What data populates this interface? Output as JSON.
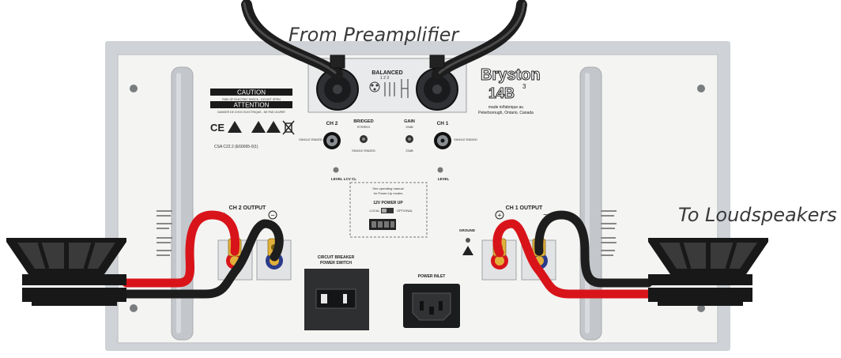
{
  "captions": {
    "from": "From Preamplifier",
    "to": "To Loudspeakers"
  },
  "panel": {
    "brand": "Bryston",
    "model": "14B",
    "model_sup": "3",
    "made_in_line1": "made in/fabrique au",
    "made_in_line2": "Peterborough, Ontario, Canada",
    "balanced": "BALANCED",
    "caution": "CAUTION",
    "caution_fine": "RISK OF ELECTRIC SHOCK - DO NOT OPEN",
    "attention": "ATTENTION",
    "attention_fine": "DANGER DE CHOC ELECTRIQUE - NE PAS OUVRIR",
    "csa": "CSA C22.2 (E60065-0(1)",
    "ch2": "CH 2",
    "ch1": "CH 1",
    "input_ch2": "SINGLE ENDED",
    "input_ch1": "SINGLE ENDED",
    "bridged_top": "BRIDGED",
    "bridged_sub": "STEREO",
    "bridged_bottom": "SINGLE ENDED",
    "gain_top": "GAIN",
    "gain_sub": "29dB",
    "gain_bottom": "23dB",
    "level_ch2": "LEVEL LCV CL",
    "level_ch1": "LEVEL",
    "power_up_line1": "See operating manual",
    "power_up_line2": "for Power-Up modes",
    "power_up_title": "12V POWER UP",
    "power_up_local": "LOCAL",
    "power_up_optional": "OPTIONAL",
    "ch2_output": "CH 2 OUTPUT",
    "ch1_output": "CH 1 OUTPUT",
    "plus_sign": "+",
    "minus_sign": "−",
    "breaker_line1": "CIRCUIT BREAKER",
    "breaker_line2": "POWER SWITCH",
    "power_inlet": "POWER INLET",
    "ground": "GROUND"
  },
  "colors": {
    "panel_bg": "#f4f4f2",
    "panel_frame": "#cfd2d6",
    "cable_red": "#d8141a",
    "cable_black": "#1d1d1d",
    "cable_grey": "#4a4a4a",
    "handle": "#c3c6ca",
    "speaker": "#181818",
    "gold": "#e2b03a"
  },
  "icons": [
    "xlr-connector-icon",
    "rca-jack-icon",
    "ce-mark-icon",
    "warning-triangle-icon",
    "weee-bin-icon",
    "binding-post-icon",
    "iec-inlet-icon",
    "rocker-switch-icon",
    "speaker-icon"
  ]
}
